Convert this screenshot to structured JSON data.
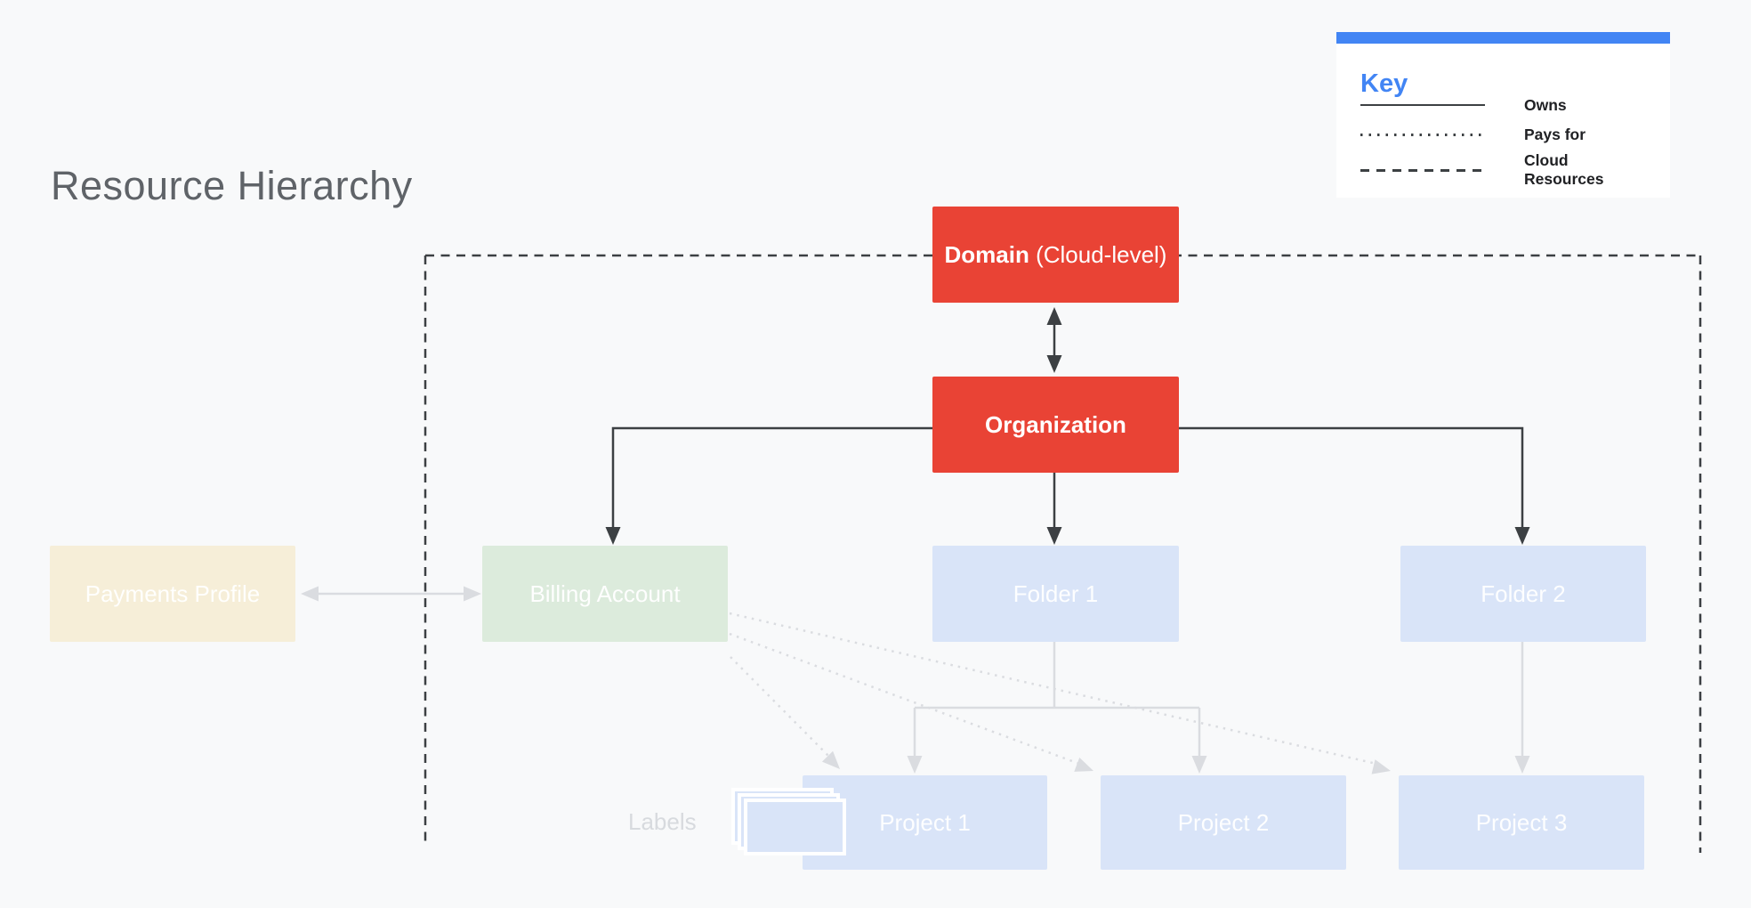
{
  "title": "Resource Hierarchy",
  "key": {
    "title": "Key",
    "entries": [
      {
        "style": "solid",
        "label": "Owns"
      },
      {
        "style": "dotted",
        "label": "Pays for"
      },
      {
        "style": "dashed",
        "label": "Cloud Resources"
      }
    ]
  },
  "nodes": {
    "domain": {
      "label_bold": "Domain",
      "label_rest": " (Cloud-level)"
    },
    "organization": {
      "label": "Organization"
    },
    "payments_profile": {
      "label": "Payments Profile"
    },
    "billing_account": {
      "label": "Billing Account"
    },
    "folder1": {
      "label": "Folder 1"
    },
    "folder2": {
      "label": "Folder 2"
    },
    "project1": {
      "label": "Project 1"
    },
    "project2": {
      "label": "Project 2"
    },
    "project3": {
      "label": "Project 3"
    }
  },
  "labels_caption": "Labels",
  "edges": [
    {
      "from": "Domain",
      "to": "Organization",
      "relation": "Owns",
      "style": "solid",
      "bidirectional": true
    },
    {
      "from": "Organization",
      "to": "Billing Account",
      "relation": "Owns",
      "style": "solid"
    },
    {
      "from": "Organization",
      "to": "Folder 1",
      "relation": "Owns",
      "style": "solid"
    },
    {
      "from": "Organization",
      "to": "Folder 2",
      "relation": "Owns",
      "style": "solid"
    },
    {
      "from": "Payments Profile",
      "to": "Billing Account",
      "relation": "Owns",
      "style": "solid",
      "bidirectional": true
    },
    {
      "from": "Folder 1",
      "to": "Project 1",
      "relation": "Owns",
      "style": "solid"
    },
    {
      "from": "Folder 1",
      "to": "Project 2",
      "relation": "Owns",
      "style": "solid"
    },
    {
      "from": "Folder 2",
      "to": "Project 3",
      "relation": "Owns",
      "style": "solid"
    },
    {
      "from": "Billing Account",
      "to": "Project 1",
      "relation": "Pays for",
      "style": "dotted"
    },
    {
      "from": "Billing Account",
      "to": "Project 2",
      "relation": "Pays for",
      "style": "dotted"
    },
    {
      "from": "Billing Account",
      "to": "Project 3",
      "relation": "Pays for",
      "style": "dotted"
    }
  ],
  "boundary": {
    "relation": "Cloud Resources",
    "style": "dashed",
    "encloses": [
      "Domain",
      "Organization",
      "Billing Account",
      "Folder 1",
      "Folder 2",
      "Project 1",
      "Project 2",
      "Project 3"
    ]
  },
  "colors": {
    "background": "#F8F9FA",
    "panel": "#FFFFFF",
    "accent_blue": "#4285F4",
    "red": "#E94335",
    "light_blue": "#D9E4F8",
    "light_green": "#DCEBDC",
    "cream": "#F6EED8",
    "dark_line": "#3C4043",
    "light_line": "#DADCE0",
    "title_text": "#5F6368",
    "key_label_text": "#202124"
  }
}
